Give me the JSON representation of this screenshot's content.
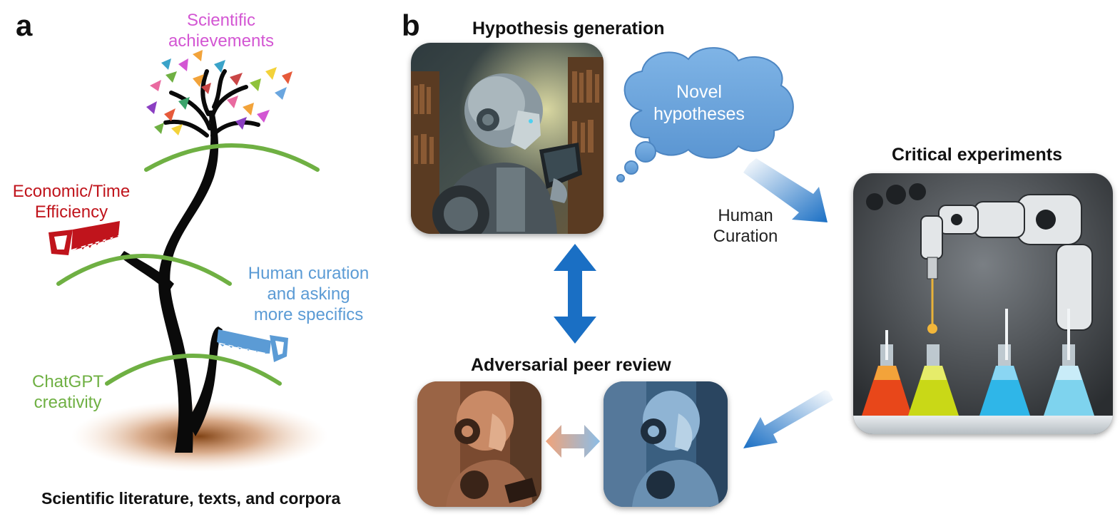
{
  "panel_a": {
    "letter": "a",
    "top_label": "Scientific achievements",
    "top_label_lines": [
      "Scientific",
      "achievements"
    ],
    "saw_red_label_lines": [
      "Economic/Time",
      "Efficiency"
    ],
    "saw_blue_label_lines": [
      "Human curation",
      "and asking",
      "more specifics"
    ],
    "bottom_branch_label_lines": [
      "ChatGPT",
      "creativity"
    ],
    "roots_caption": "Scientific literature, texts, and corpora",
    "colors": {
      "top": "#d356d3",
      "red": "#c0141c",
      "blue": "#5b9bd5",
      "green": "#6fb043",
      "trunk": "#0a0a0a"
    }
  },
  "panel_b": {
    "letter": "b",
    "hypothesis_title": "Hypothesis generation",
    "cloud_lines": [
      "Novel",
      "hypotheses"
    ],
    "curation_lines": [
      "Human",
      "Curation"
    ],
    "experiments_title": "Critical experiments",
    "review_title": "Adversarial peer review",
    "colors": {
      "arrow": "#1a6fc4",
      "cloud": "#6aa6df"
    }
  }
}
